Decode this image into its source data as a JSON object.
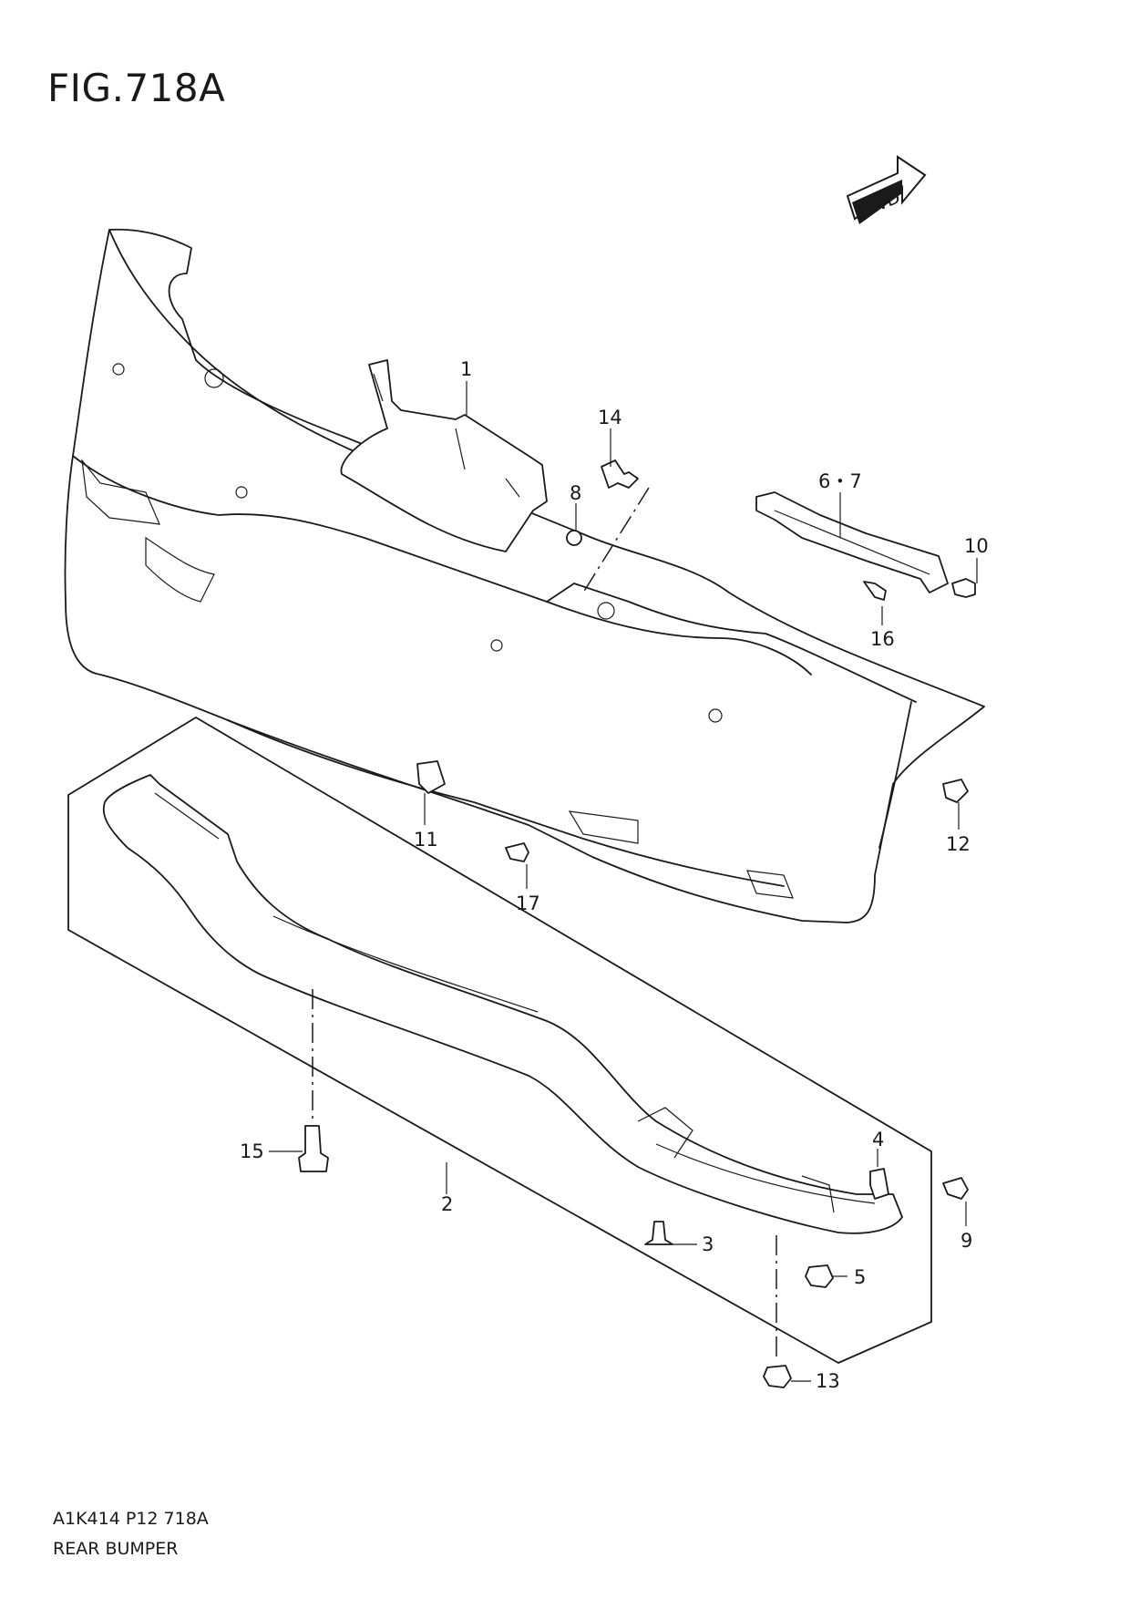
{
  "figure": {
    "title": "FIG.718A",
    "fwd_label": "FWD"
  },
  "footer": {
    "code": "A1K414 P12 718A",
    "name": "REAR BUMPER"
  },
  "callouts": [
    {
      "id": "c1",
      "label": "1"
    },
    {
      "id": "c2",
      "label": "2"
    },
    {
      "id": "c3",
      "label": "3"
    },
    {
      "id": "c4",
      "label": "4"
    },
    {
      "id": "c5",
      "label": "5"
    },
    {
      "id": "c67",
      "label": "6・7"
    },
    {
      "id": "c8",
      "label": "8"
    },
    {
      "id": "c9",
      "label": "9"
    },
    {
      "id": "c10",
      "label": "10"
    },
    {
      "id": "c11",
      "label": "11"
    },
    {
      "id": "c12",
      "label": "12"
    },
    {
      "id": "c13",
      "label": "13"
    },
    {
      "id": "c14",
      "label": "14"
    },
    {
      "id": "c15",
      "label": "15"
    },
    {
      "id": "c16",
      "label": "16"
    },
    {
      "id": "c17",
      "label": "17"
    }
  ]
}
